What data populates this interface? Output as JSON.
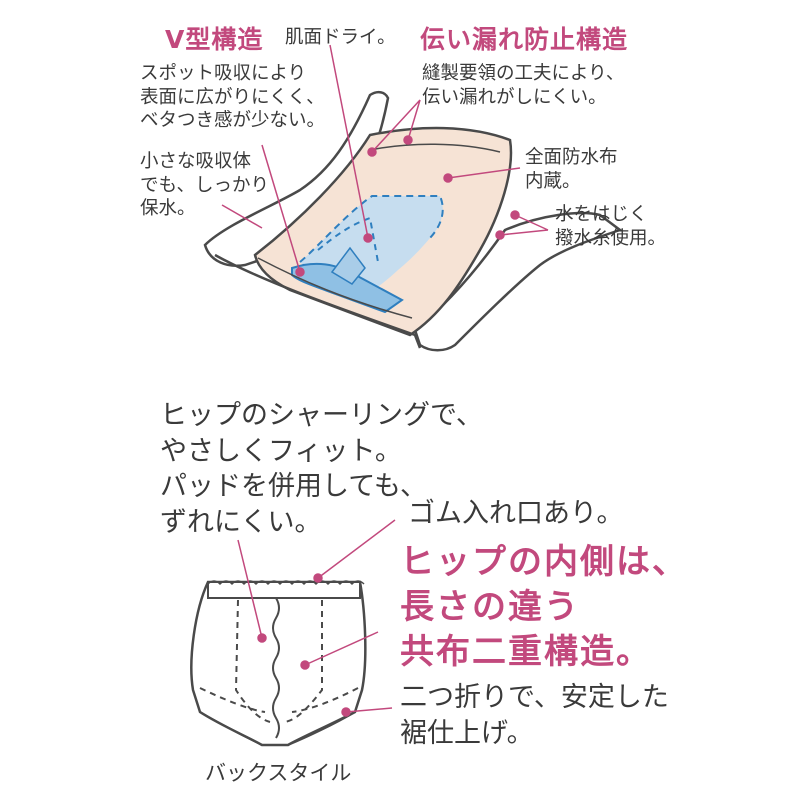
{
  "colors": {
    "accent": "#c2497d",
    "line": "#4a4a4a",
    "beige": "#f6e3d5",
    "blue": "#c6ddef",
    "dash": "#2f7fbf"
  },
  "top": {
    "v_heading": "V型構造",
    "v_desc": "スポット吸収により\n表面に広がりにくく、\nベタつき感が少ない。",
    "small_absorber": "小さな吸収体\nでも、しっかり\n保水。",
    "skin_dry": "肌面ドライ。",
    "leak_heading": "伝い漏れ防止構造",
    "leak_desc": "縫製要領の工夫により、\n伝い漏れがしにくい。",
    "waterproof": "全面防水布\n内蔵。",
    "repellent": "水をはじく\n撥水糸使用。"
  },
  "bottom": {
    "shirring": "ヒップのシャーリングで、\nやさしくフィット。\nパッドを併用しても、\nずれにくい。",
    "elastic": "ゴム入れ口あり。",
    "inner_heading": "ヒップの内側は、\n長さの違う\n共布二重構造。",
    "hem": "二つ折りで、安定した\n裾仕上げ。",
    "caption": "バックスタイル"
  }
}
